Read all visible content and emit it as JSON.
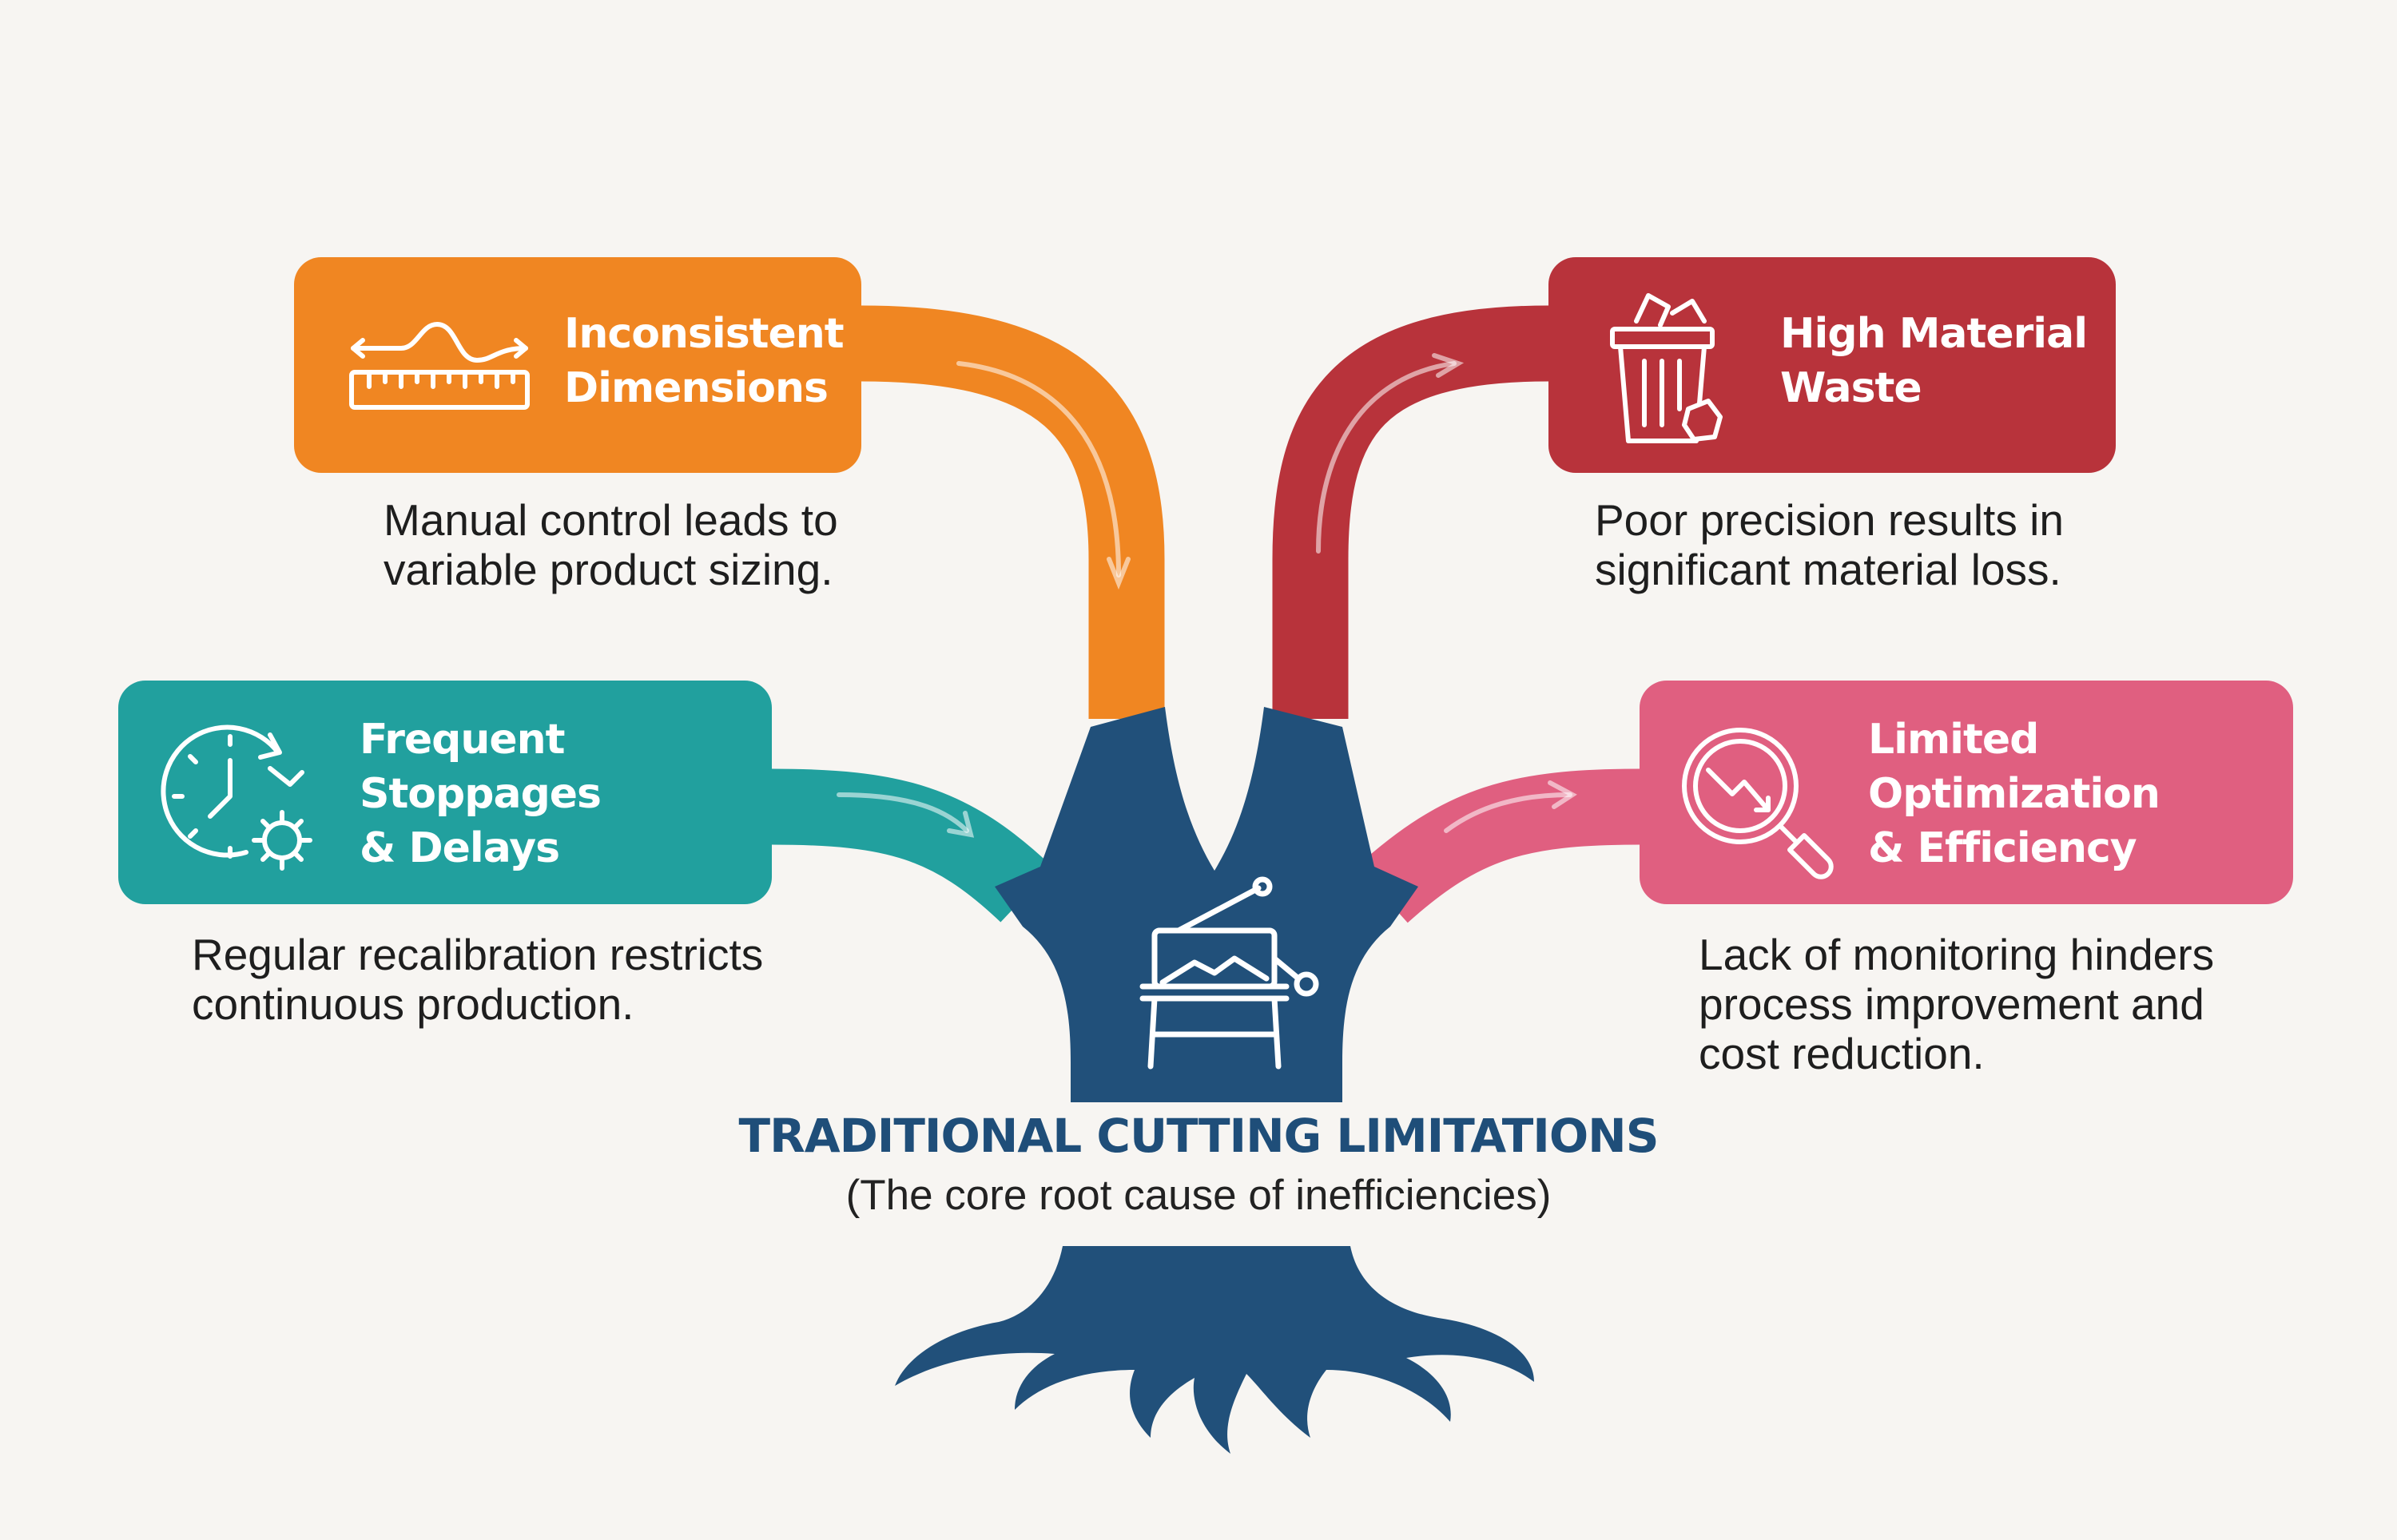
{
  "diagram": {
    "colors": {
      "orange": "#f08622",
      "red": "#b8333b",
      "teal": "#21a09e",
      "pink": "#e05f80",
      "trunk": "#21507a",
      "title": "#1f4e79"
    },
    "center": {
      "title": "TRADITIONAL CUTTING LIMITATIONS",
      "subtitle": "(The core root cause of inefficiencies)",
      "icon": "paper-guillotine-cutter-icon"
    },
    "causes": [
      {
        "title": "Inconsistent\nDimensions",
        "description": "Manual control leads to\nvariable product sizing.",
        "icon": "ruler-with-wave-icon"
      },
      {
        "title": "High Material\nWaste",
        "description": "Poor precision results in\nsignificant material loss.",
        "icon": "trash-bin-icon"
      },
      {
        "title": "Frequent\nStoppages\n& Delays",
        "description": "Regular recalibration restricts\ncontinuous production.",
        "icon": "clock-gear-icon"
      },
      {
        "title": "Limited\nOptimization\n& Efficiency",
        "description": "Lack of monitoring hinders\nprocess improvement and\ncost reduction.",
        "icon": "magnifier-downtrend-icon"
      }
    ]
  }
}
